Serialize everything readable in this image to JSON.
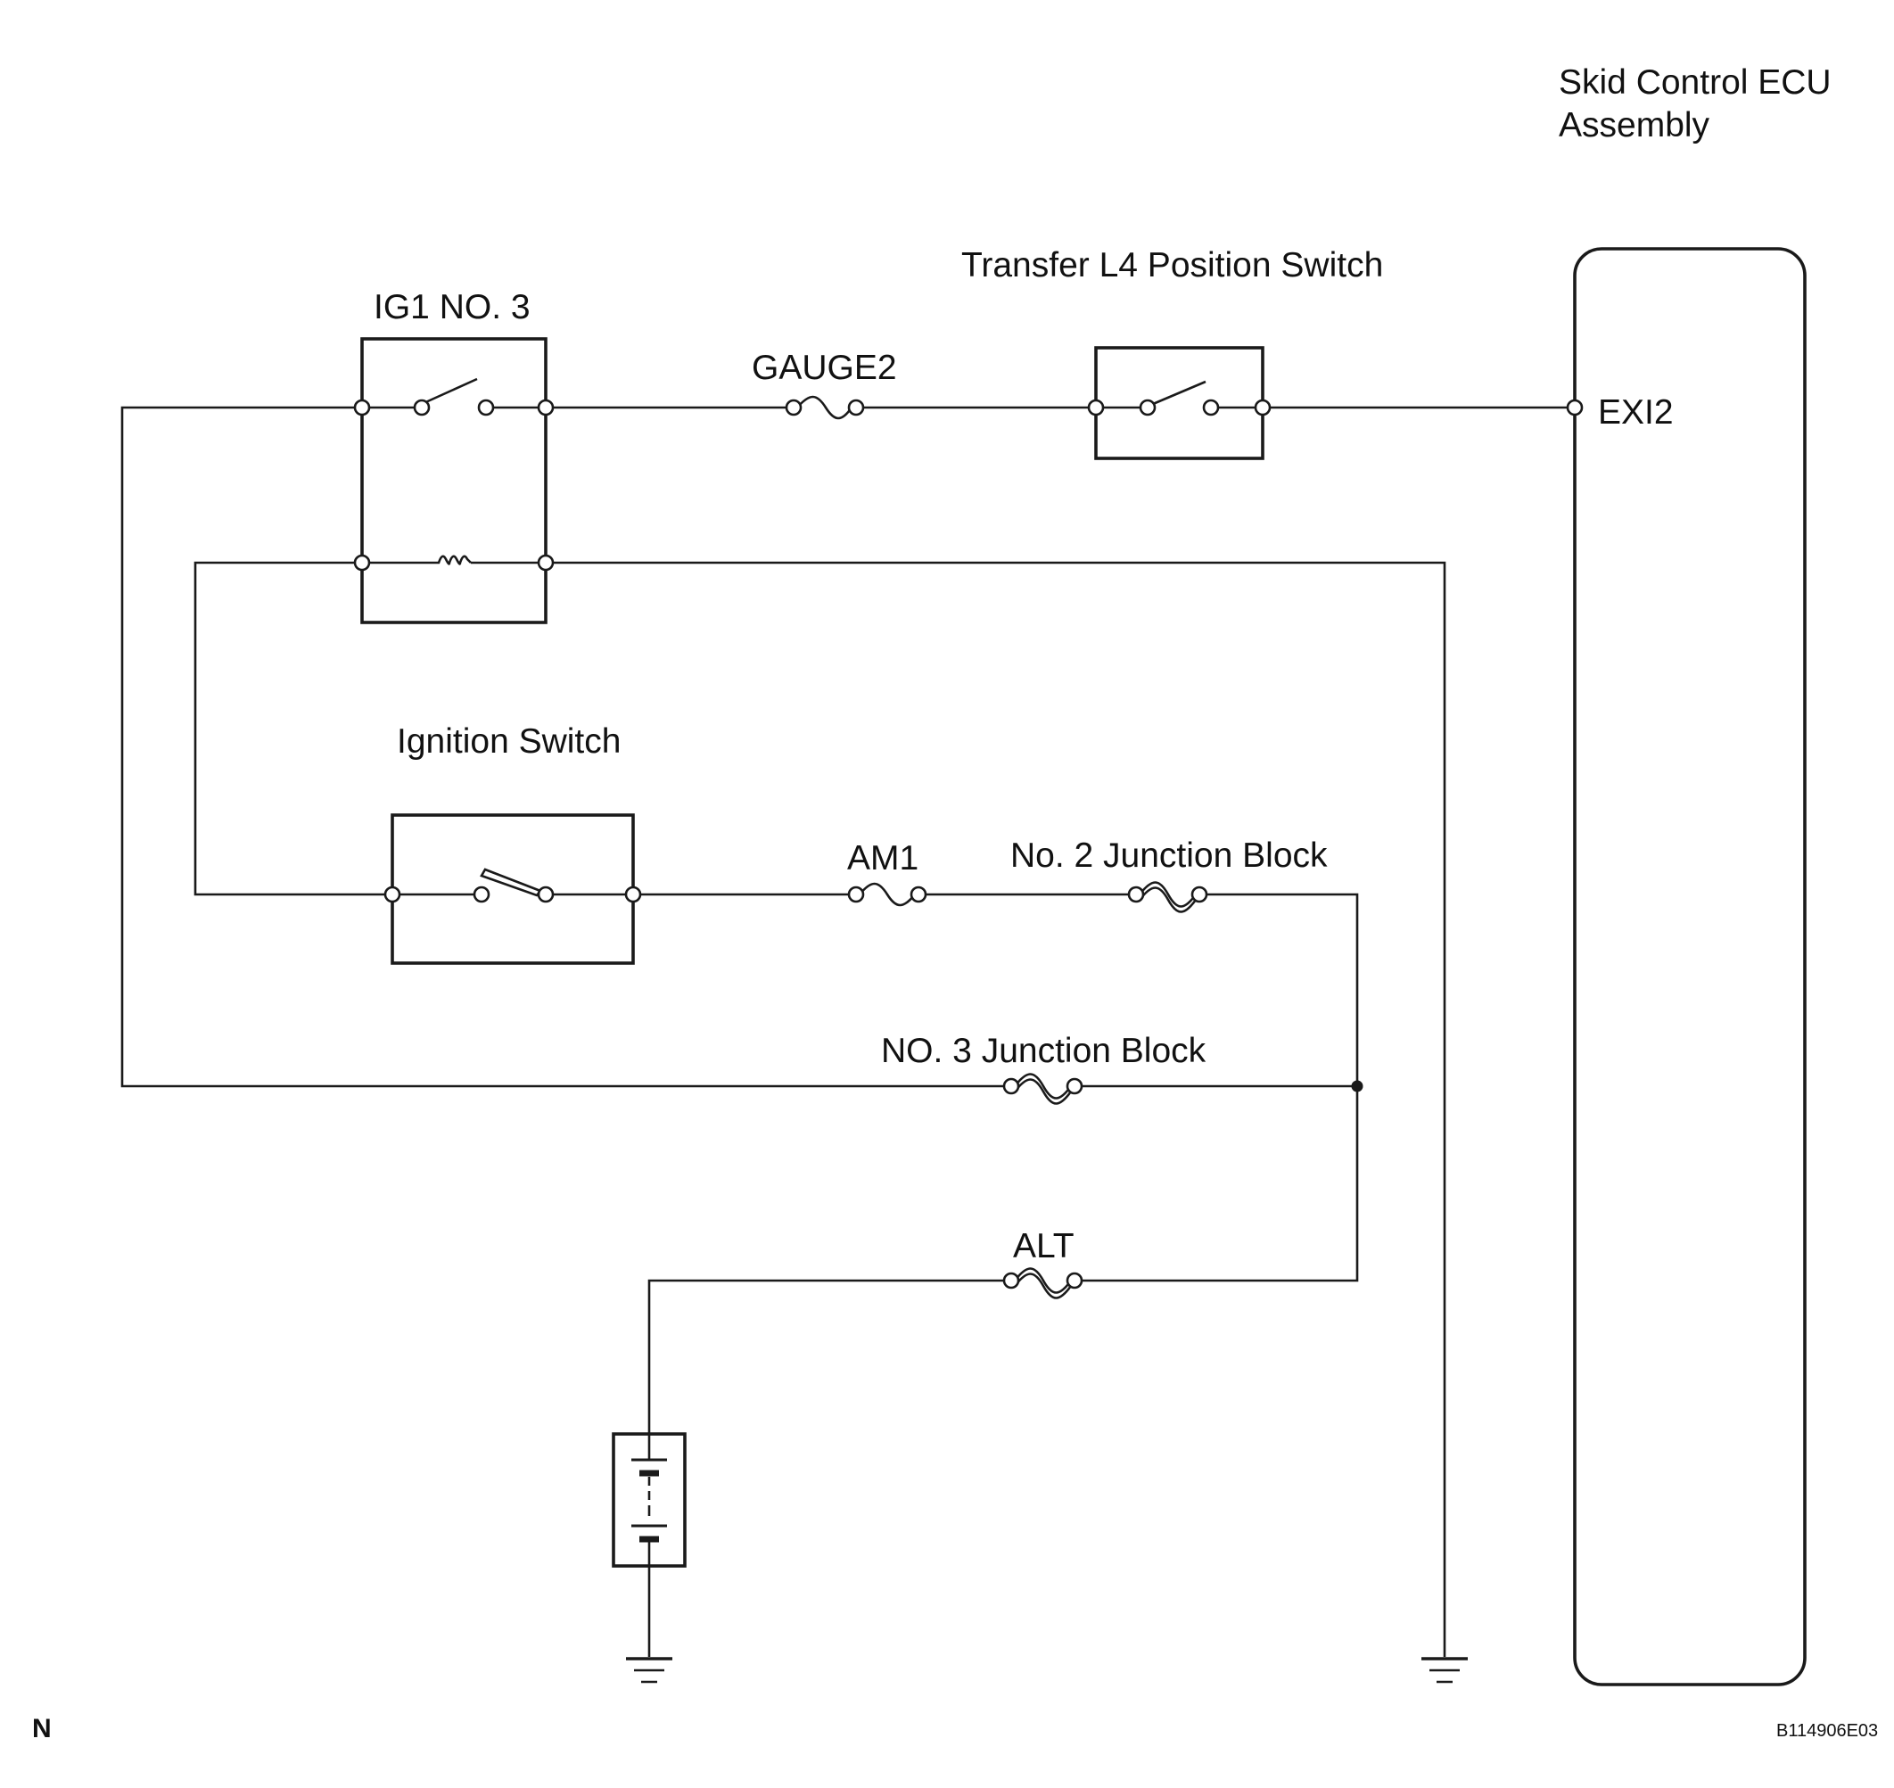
{
  "labels": {
    "ecu_line1": "Skid Control ECU",
    "ecu_line2": "Assembly",
    "transfer_switch": "Transfer L4 Position Switch",
    "ig1_relay": "IG1 NO. 3",
    "gauge2": "GAUGE2",
    "exi2": "EXI2",
    "ignition_switch": "Ignition Switch",
    "am1": "AM1",
    "no2_junction": "No. 2 Junction Block",
    "no3_junction": "NO. 3 Junction Block",
    "alt": "ALT",
    "corner_n": "N",
    "code": "B114906E03"
  }
}
